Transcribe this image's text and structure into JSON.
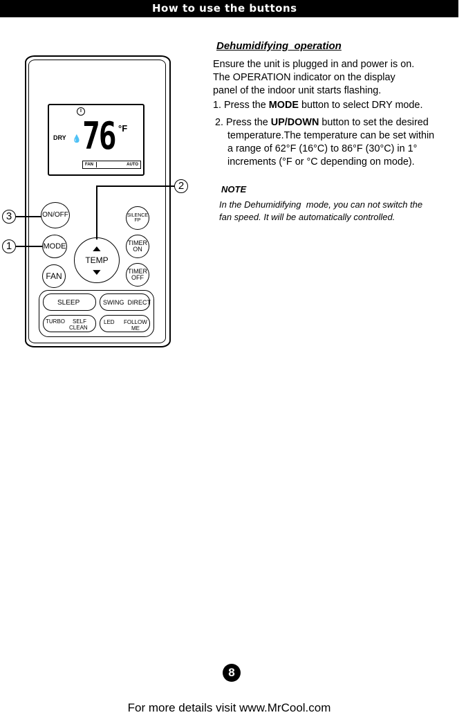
{
  "header": {
    "title": "How to use the buttons"
  },
  "section": {
    "heading": "Dehumidifying  operation",
    "intro_lines": [
      "Ensure the unit is plugged in and power is on.",
      "The OPERATION indicator on the display",
      "panel of the indoor unit starts flashing."
    ],
    "step1": {
      "prefix": "1. Press the ",
      "bold": "MODE",
      "suffix": " button to select DRY mode."
    },
    "step2": {
      "prefix": "2. Press the ",
      "bold": "UP/DOWN",
      "suffix": " button to set the desired",
      "lines": [
        "temperature.The temperature can be set within",
        "a range of 62°F (16°C) to 86°F (30°C) in 1°",
        "increments (°F or °C depending on mode)."
      ]
    }
  },
  "note": {
    "title": "NOTE",
    "lines": [
      "In the Dehumidifying  mode, you can not switch the",
      "fan speed. It will be automatically controlled."
    ]
  },
  "remote": {
    "display": {
      "mode": "DRY",
      "temperature": "76",
      "unit": "°F",
      "fan_label": "FAN",
      "fan_value": "AUTO"
    },
    "buttons": {
      "on_off": "ON/OFF",
      "mode": "MODE",
      "fan": "FAN",
      "temp": "TEMP",
      "silence_1": "SILENCE",
      "silence_2": "FP",
      "timer_on_1": "TIMER",
      "timer_on_2": "ON",
      "timer_off_1": "TIMER",
      "timer_off_2": "OFF",
      "sleep": "SLEEP",
      "swing": "SWING  DIRECT",
      "turbo": "TURBO",
      "self_1": "SELF",
      "self_2": "CLEAN",
      "led": "LED",
      "follow_1": "FOLLOW",
      "follow_2": "ME"
    },
    "callouts": {
      "c1": "1",
      "c2": "2",
      "c3": "3"
    }
  },
  "page_number": "8",
  "footer": "For more details visit www.MrCool.com"
}
